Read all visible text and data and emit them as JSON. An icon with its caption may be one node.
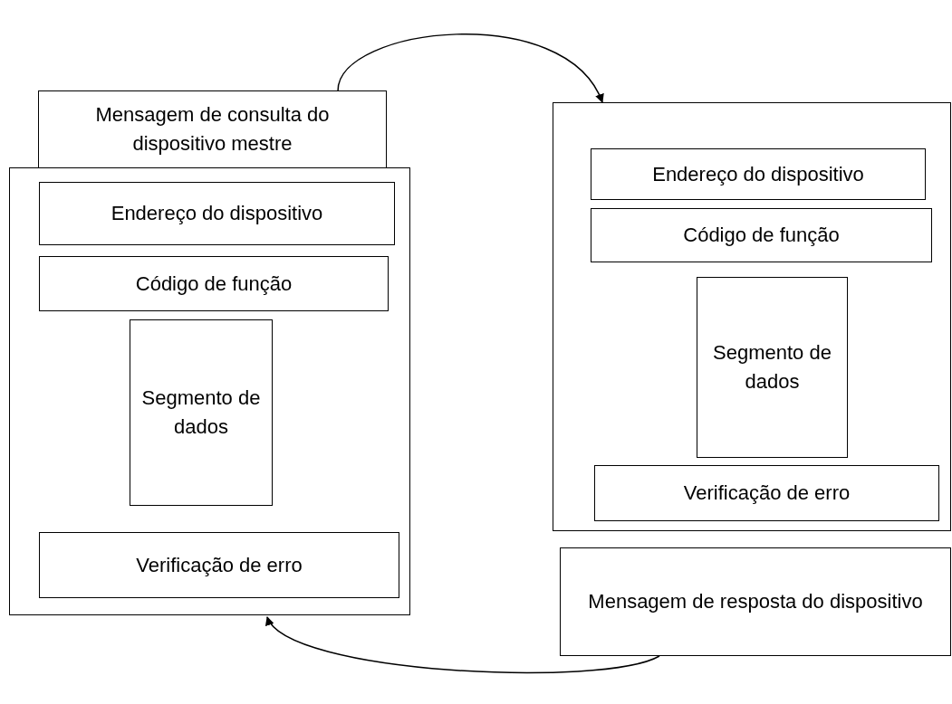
{
  "diagram": {
    "nodes": [
      {
        "text": [
          "Mensagem de consulta do dispositivo mestre"
        ]
      },
      {
        "text": [],
        "shape": "box"
      },
      {
        "text": [
          "Endereço do dispositivo"
        ],
        "in": 1
      },
      {
        "text": [
          "Código de função"
        ],
        "in": 1
      },
      {
        "text": [
          "Segmento de dados"
        ],
        "in": 1
      },
      {
        "text": [
          "Verificação de erro"
        ],
        "in": 1
      },
      {
        "text": [],
        "shape": "box"
      },
      {
        "text": [
          "Endereço do dispositivo"
        ],
        "in": 6
      },
      {
        "text": [
          "Código de função"
        ],
        "in": 6
      },
      {
        "text": [
          "Segmento de dados"
        ],
        "in": 6
      },
      {
        "text": [
          "Verificação de erro"
        ],
        "in": 6
      },
      {
        "text": [
          "Mensagem de resposta do dispositivo"
        ]
      }
    ],
    "edges": [
      {
        "from": 0,
        "to": 6,
        "arrow": "to"
      },
      {
        "from": 11,
        "to": 1,
        "arrow": "to"
      }
    ]
  }
}
